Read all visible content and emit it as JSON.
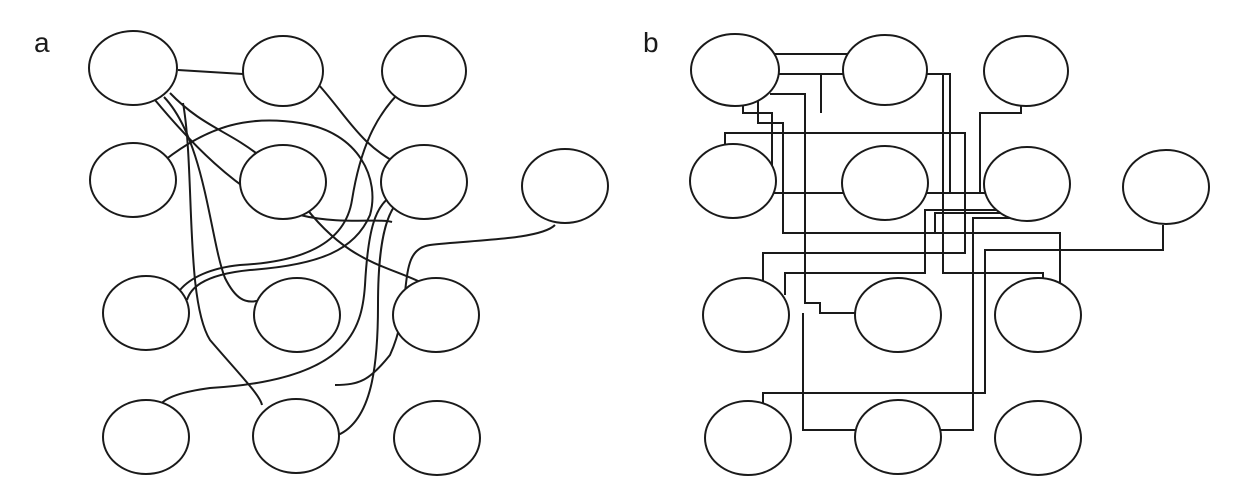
{
  "panels": [
    {
      "label": "a",
      "edge_style": "curved"
    },
    {
      "label": "b",
      "edge_style": "orthogonal"
    }
  ],
  "colors": {
    "background": "#ffffff",
    "stroke": "#1a1a1a"
  }
}
